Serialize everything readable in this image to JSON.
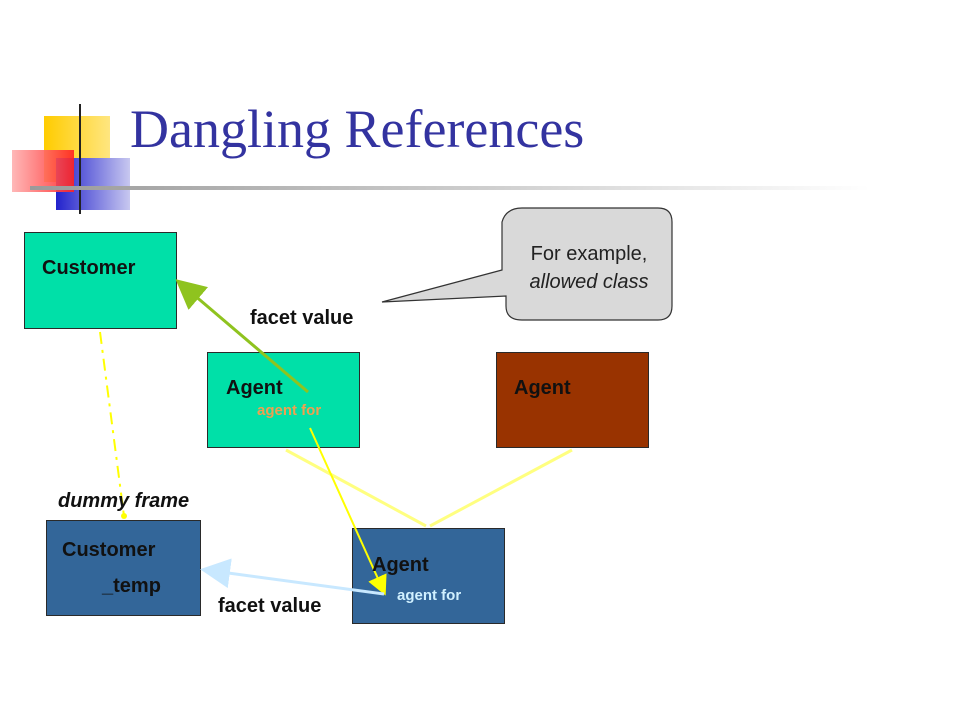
{
  "slide": {
    "title": "Dangling References"
  },
  "callout": {
    "line1": "For example,",
    "line2": "allowed class"
  },
  "diagram": {
    "customer_top": {
      "label": "Customer"
    },
    "agent_green": {
      "label": "Agent",
      "slot": "agent for"
    },
    "agent_brown": {
      "label": "Agent"
    },
    "customer_temp": {
      "label_line1": "Customer",
      "label_line2": "_temp"
    },
    "agent_blue": {
      "label": "Agent",
      "slot": "agent for"
    },
    "facet_value_top": "facet value",
    "facet_value_bottom": "facet value",
    "dummy_frame": "dummy frame"
  },
  "colors": {
    "title": "#3333a0",
    "teal_frame": "#00e0a8",
    "brown_frame": "#993300",
    "blue_frame": "#336699",
    "yellow_arrow": "#ffff00",
    "green_arrow": "#8fc31f",
    "light_blue_arrow": "#c8e8ff",
    "slot_text_orange": "#f0a050",
    "slot_text_blue": "#d0f0ff"
  }
}
